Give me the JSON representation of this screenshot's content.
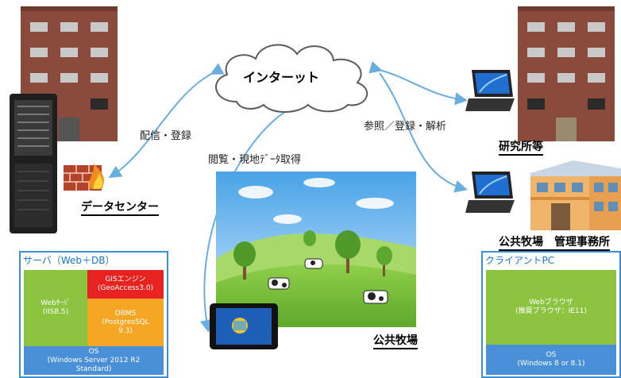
{
  "internet": "インターット",
  "arrows": {
    "delivery_register": "配信・登録",
    "browse_acquire": "閲覧・現地ﾃﾞｰﾀ取得",
    "reference_analyze": "参照／登録・解析"
  },
  "places": {
    "datacenter": "データセンター",
    "research": "研究所等",
    "office": "公共牧場　管理事務所",
    "pasture": "公共牧場"
  },
  "server_panel": {
    "title": "サーバ（Web＋DB）",
    "web_server": [
      "Webｻｰﾊﾞ",
      "(IIS8.5)"
    ],
    "gis": [
      "GISエンジン",
      "(GeoAccess3.0)"
    ],
    "dbms": [
      "DBMS",
      "(PostgresSQL",
      "9.3)"
    ],
    "os": [
      "OS",
      "(Windows Server 2012 R2",
      "Standard)"
    ]
  },
  "client_panel": {
    "title": "クライアントPC",
    "browser": [
      "Webブラウザ",
      "(推奨ブラウザ：IE11)"
    ],
    "os": [
      "OS",
      "(Windows 8 or 8.1)"
    ]
  },
  "colors": {
    "arrow": "#6aaee0",
    "panel_border": "#3b8fd6",
    "green": "#8cc43f",
    "red": "#e8231f",
    "orange": "#f5a623",
    "blue": "#4a90d9"
  }
}
